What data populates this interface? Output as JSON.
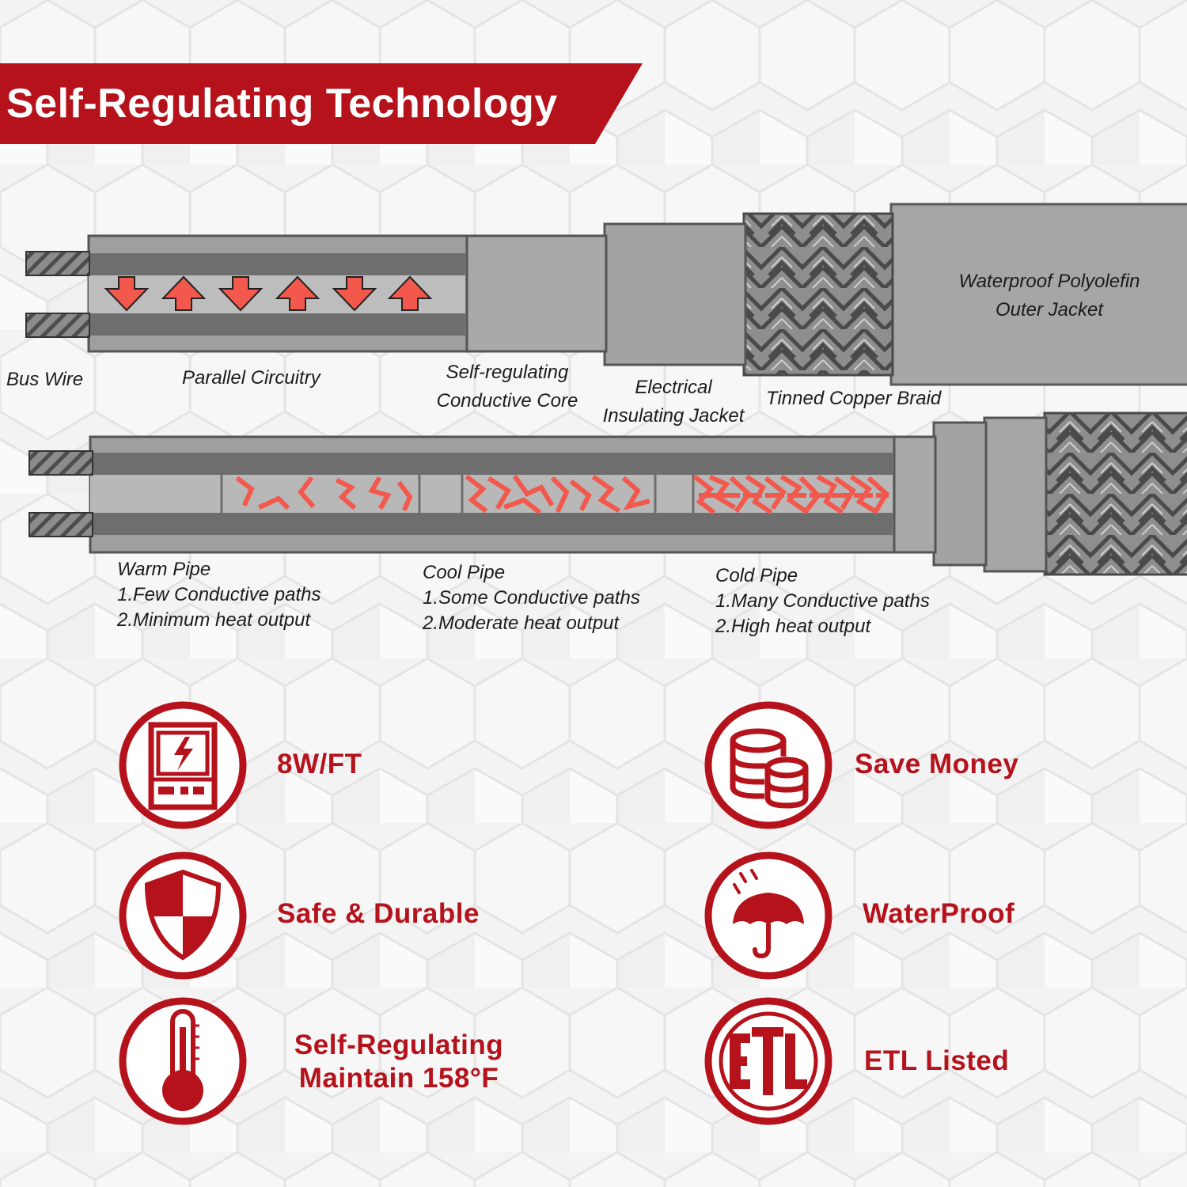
{
  "banner": {
    "title": "Self-Regulating Technology",
    "color": "#b5121b"
  },
  "cable_labels": {
    "bus_wire": "Bus Wire",
    "parallel_circuitry": "Parallel Circuitry",
    "core": [
      "Self-regulating",
      "Conductive Core"
    ],
    "insulating_jacket": [
      "Electrical",
      "Insulating Jacket"
    ],
    "copper_braid": "Tinned Copper Braid",
    "outer_jacket": [
      "Waterproof Polyolefin",
      "Outer Jacket"
    ]
  },
  "pipe_states": [
    {
      "title": "Warm Pipe",
      "line1": "1.Few Conductive paths",
      "line2": "2.Minimum heat output"
    },
    {
      "title": "Cool Pipe",
      "line1": "1.Some Conductive paths",
      "line2": "2.Moderate heat output"
    },
    {
      "title": "Cold Pipe",
      "line1": "1.Many Conductive paths",
      "line2": "2.High heat output"
    }
  ],
  "features": [
    {
      "label": "8W/FT",
      "icon": "power-meter-icon"
    },
    {
      "label": "Save Money",
      "icon": "coins-icon"
    },
    {
      "label": "Safe & Durable",
      "icon": "shield-icon"
    },
    {
      "label": "WaterProof",
      "icon": "umbrella-rain-icon"
    },
    {
      "label_line1": "Self-Regulating",
      "label_line2": "Maintain 158°F",
      "icon": "thermometer-icon"
    },
    {
      "label": "ETL Listed",
      "icon": "etl-logo-icon"
    }
  ],
  "colors": {
    "accent": "#b5121b",
    "heat": "#f2584c",
    "cable_gray": "#9d9d9d"
  }
}
